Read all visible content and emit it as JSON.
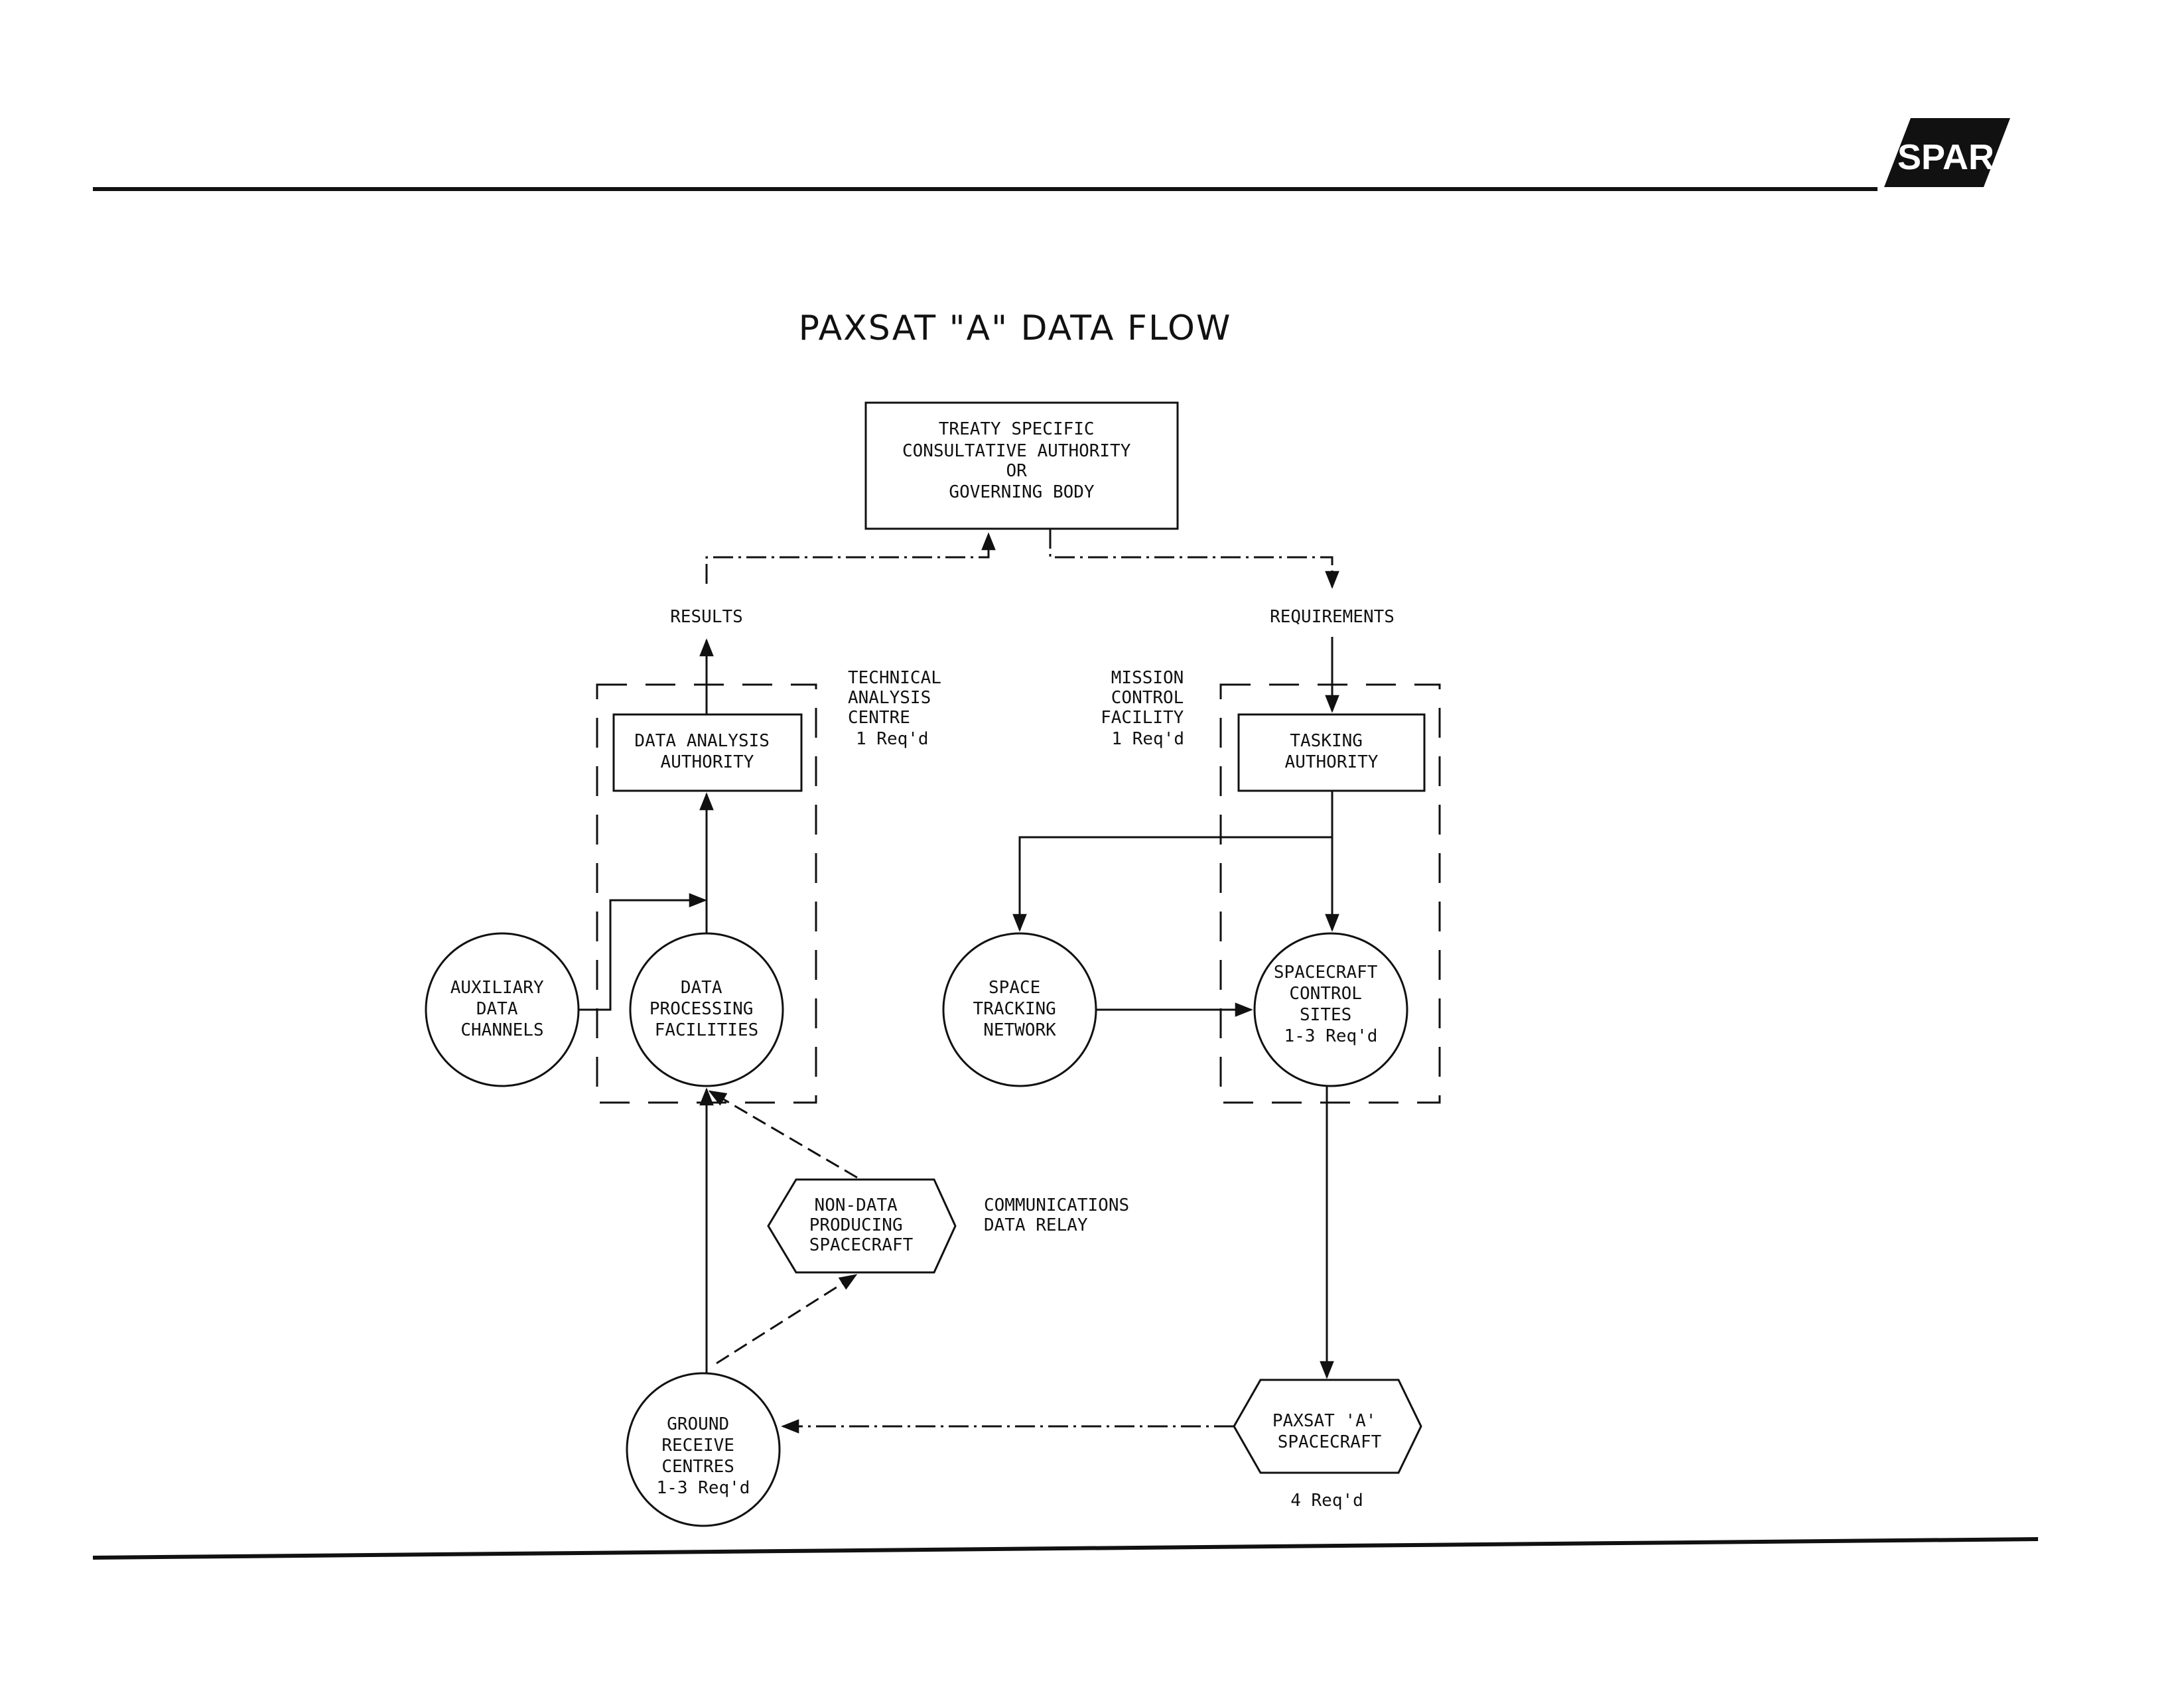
{
  "title": "PAXSAT \"A\" DATA FLOW",
  "logo": "SPAR",
  "nodes": {
    "treaty_authority": [
      "TREATY SPECIFIC",
      "CONSULTATIVE AUTHORITY",
      "OR",
      "GOVERNING BODY"
    ],
    "data_analysis_authority": [
      "DATA ANALYSIS",
      "AUTHORITY"
    ],
    "tasking_authority": [
      "TASKING",
      "AUTHORITY"
    ],
    "auxiliary_data_channels": [
      "AUXILIARY",
      "DATA",
      "CHANNELS"
    ],
    "data_processing_facilities": [
      "DATA",
      "PROCESSING",
      "FACILITIES"
    ],
    "space_tracking_network": [
      "SPACE",
      "TRACKING",
      "NETWORK"
    ],
    "spacecraft_control_sites": [
      "SPACECRAFT",
      "CONTROL",
      "SITES",
      "1-3 Req'd"
    ],
    "non_data_spacecraft": [
      "NON-DATA",
      "PRODUCING",
      "SPACECRAFT"
    ],
    "ground_receive_centres": [
      "GROUND",
      "RECEIVE",
      "CENTRES",
      "1-3 Req'd"
    ],
    "paxsat_spacecraft": [
      "PAXSAT 'A'",
      "SPACECRAFT"
    ]
  },
  "labels": {
    "results": "RESULTS",
    "requirements": "REQUIREMENTS",
    "technical_analysis_centre": [
      "TECHNICAL",
      "ANALYSIS",
      "CENTRE",
      "1 Req'd"
    ],
    "mission_control_facility": [
      "MISSION",
      "CONTROL",
      "FACILITY",
      "1 Req'd"
    ],
    "communications_data_relay": [
      "COMMUNICATIONS",
      "DATA RELAY"
    ],
    "paxsat_count": "4 Req'd"
  }
}
